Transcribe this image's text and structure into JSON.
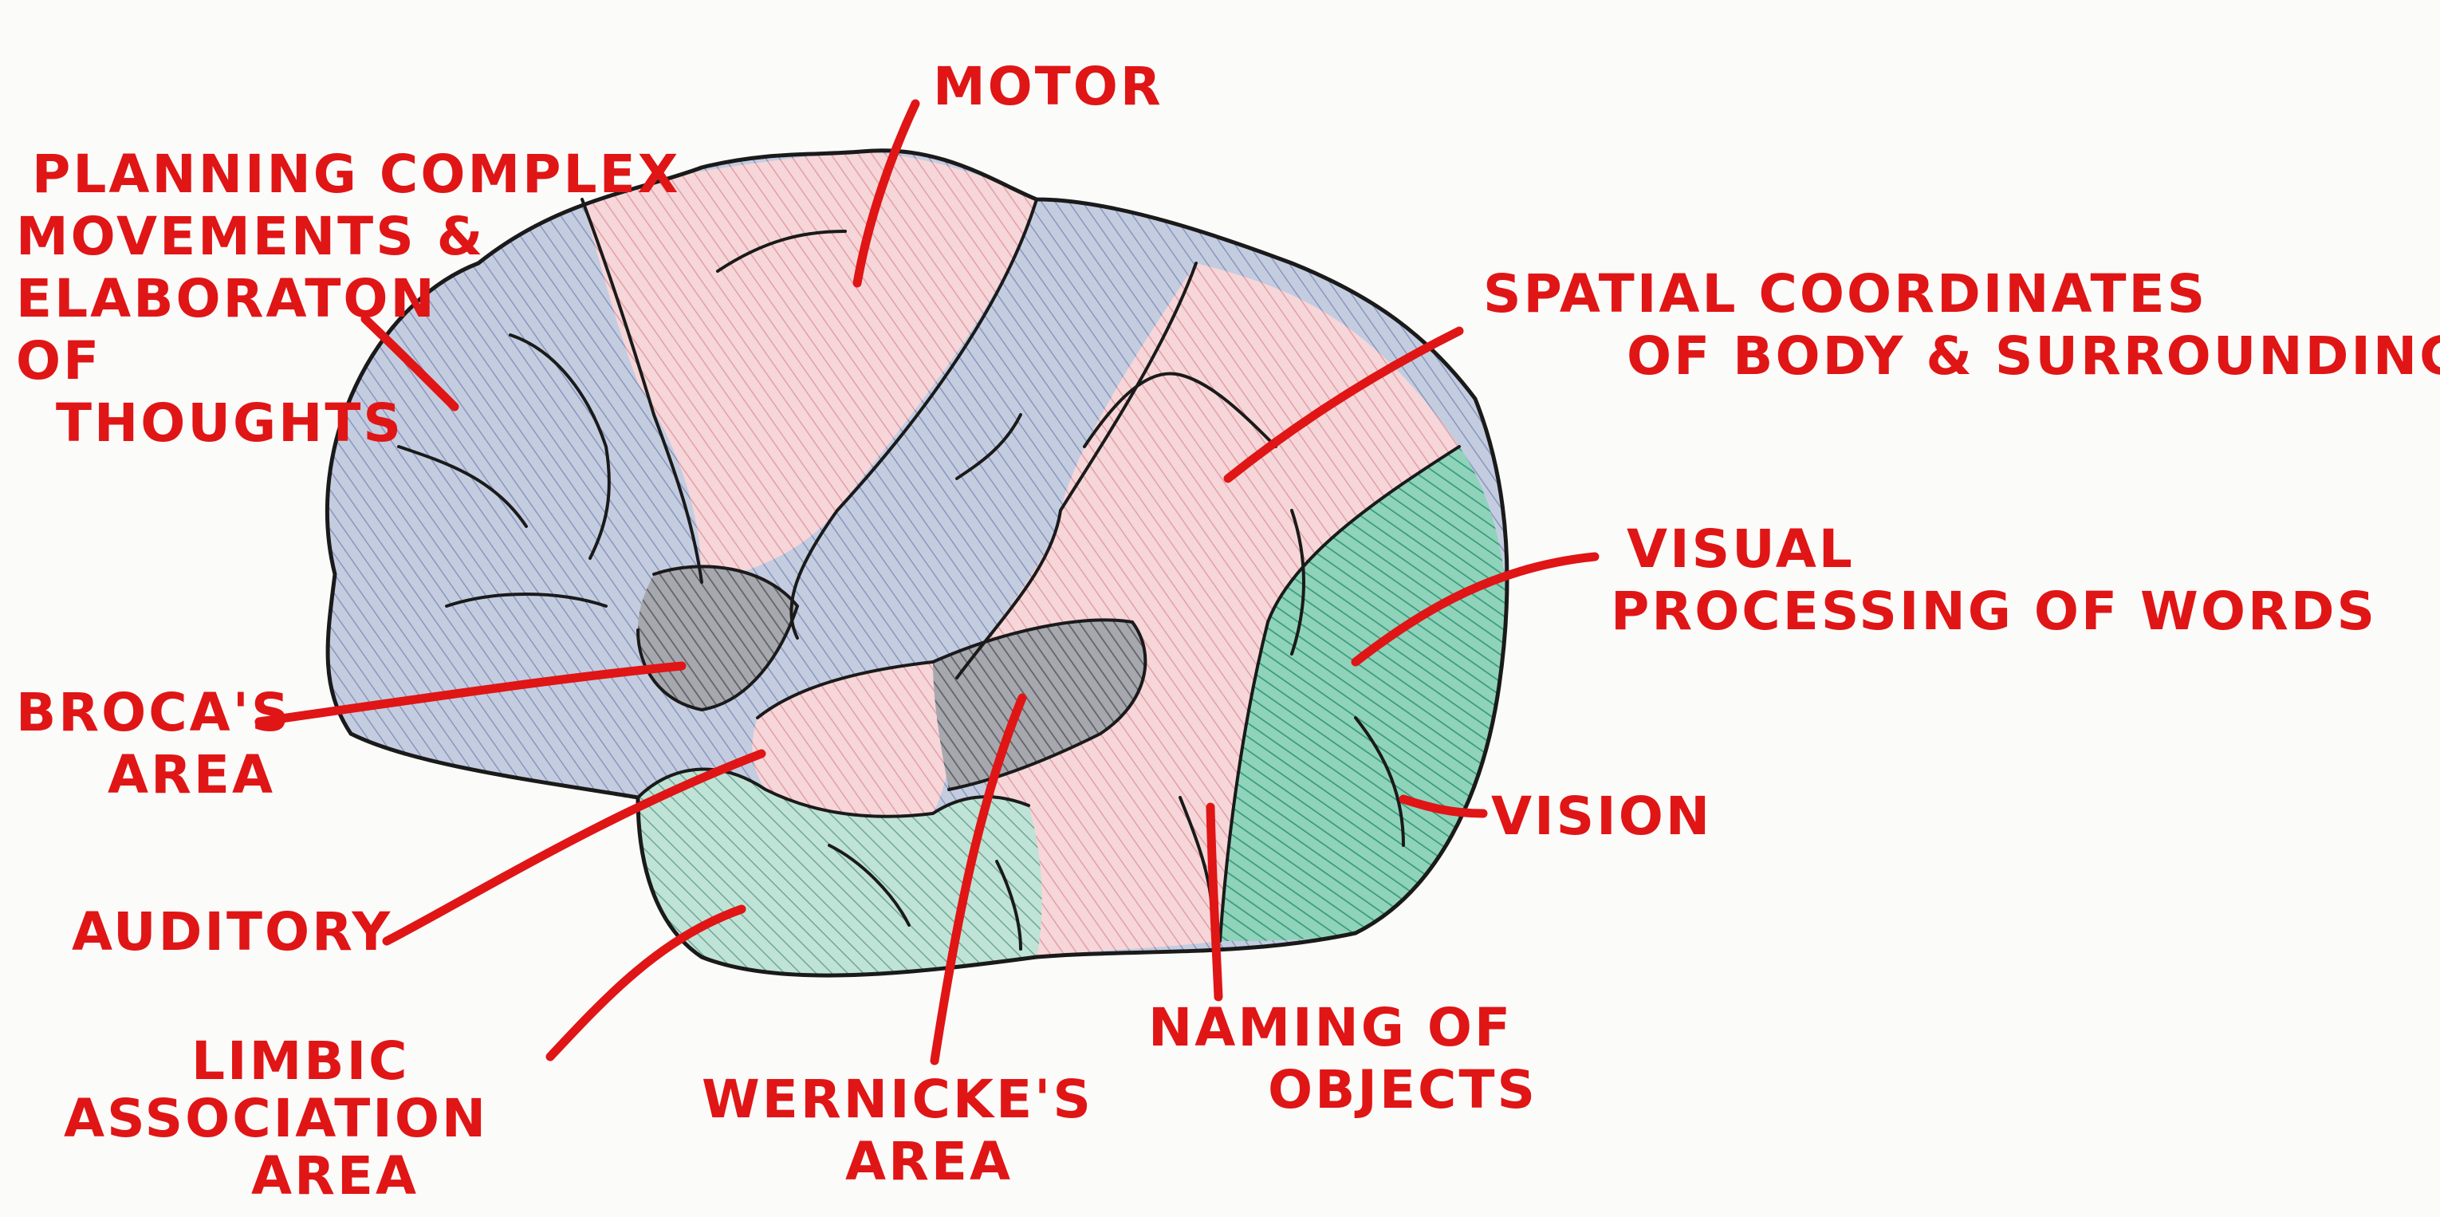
{
  "labels": {
    "motor": "MOTOR",
    "planning": [
      "PLANNING COMPLEX",
      "MOVEMENTS &",
      "ELABORATON",
      "OF",
      "THOUGHTS"
    ],
    "spatial": [
      "SPATIAL COORDINATES",
      "OF BODY & SURROUNDINGS"
    ],
    "visual_words": [
      "VISUAL",
      "PROCESSING OF WORDS"
    ],
    "broca": [
      "BROCA'S",
      "AREA"
    ],
    "vision": "VISION",
    "auditory": "AUDITORY",
    "limbic": [
      "LIMBIC",
      "ASSOCIATION",
      "AREA"
    ],
    "wernicke": [
      "WERNICKE'S",
      "AREA"
    ],
    "naming": [
      "NAMING OF",
      "OBJECTS"
    ]
  },
  "colors": {
    "label": "#e01515",
    "outline": "#1a1a1a",
    "blue_region": "#b9c2d8",
    "pink_region": "#f2c6cc",
    "green_region": "#78c9ad",
    "gray_region": "#8f9097",
    "paper": "#fbfbfa"
  }
}
